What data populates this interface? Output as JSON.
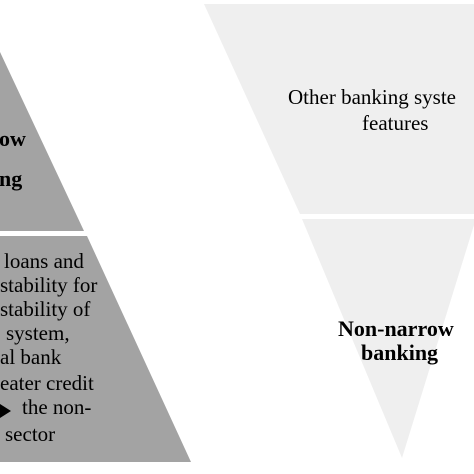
{
  "colors": {
    "dark_triangle": "#a3a3a3",
    "light_triangle": "#efefef",
    "divider": "#ffffff",
    "text": "#000000"
  },
  "left_triangle": {
    "top_block": {
      "lines": [
        "ow",
        "ng"
      ]
    },
    "bottom_block": {
      "lines": [
        "loans and",
        "stability for",
        "stability of",
        "system,",
        "al bank",
        "eater credit",
        "the non-",
        "sector"
      ]
    }
  },
  "right_triangle": {
    "top_block": {
      "lines": [
        "Other banking syste",
        "features"
      ]
    },
    "bottom_block": {
      "lines": [
        "Non-narrow",
        "banking"
      ]
    }
  }
}
